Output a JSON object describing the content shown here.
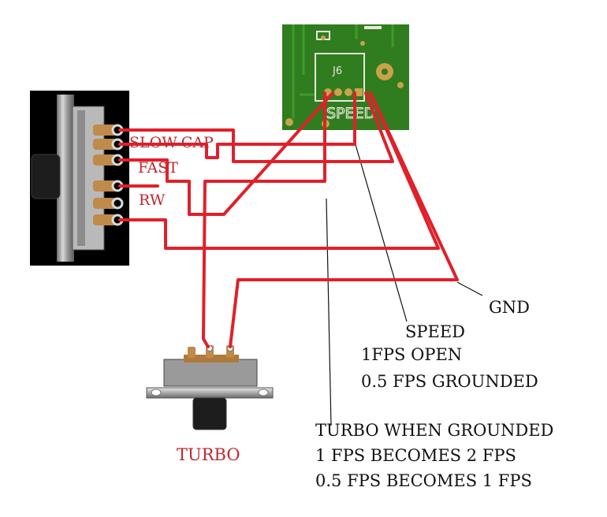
{
  "colors": {
    "wire": "#e0202a",
    "thin_wire": "#111111",
    "pcb_green": "#2f7d1f",
    "pcb_silk": "#e8e8d8",
    "pad_gold": "#c9a24a",
    "red_label": "#c0282e",
    "black_label": "#111111"
  },
  "components": {
    "pcb_header_label": "J6",
    "pcb_speed_silk": "SPEED"
  },
  "switch_labels": {
    "slow_cap": "SLOW-CAP",
    "fast": "FAST",
    "rw": "RW",
    "turbo": "TURBO"
  },
  "notes": {
    "gnd": "GND",
    "speed": "SPEED",
    "speed_line1": "1FPS OPEN",
    "speed_line2": "0.5 FPS GROUNDED",
    "turbo_line1": "TURBO WHEN GROUNDED",
    "turbo_line2": "1 FPS BECOMES 2 FPS",
    "turbo_line3": "0.5 FPS BECOMES 1 FPS"
  }
}
